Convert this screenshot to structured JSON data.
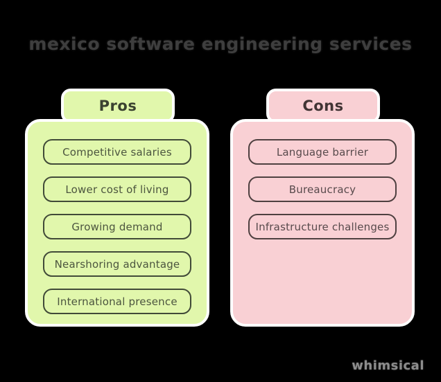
{
  "title": "mexico software engineering services",
  "watermark": "whimsical",
  "colors": {
    "background": "#000000",
    "pros_fill": "#e1f7ac",
    "pros_outline": "#414a38",
    "pros_text": "#4c553f",
    "cons_fill": "#f9d0d4",
    "cons_outline": "#4e4040",
    "cons_text": "#584a4c",
    "sticker_border": "#ffffff",
    "title_text": "#3e3e3e",
    "watermark_text": "#8c8c8c"
  },
  "pros": {
    "label": "Pros",
    "items": [
      "Competitive salaries",
      "Lower cost of living",
      "Growing demand",
      "Nearshoring advantage",
      "International presence"
    ]
  },
  "cons": {
    "label": "Cons",
    "items": [
      "Language barrier",
      "Bureaucracy",
      "Infrastructure challenges"
    ]
  }
}
